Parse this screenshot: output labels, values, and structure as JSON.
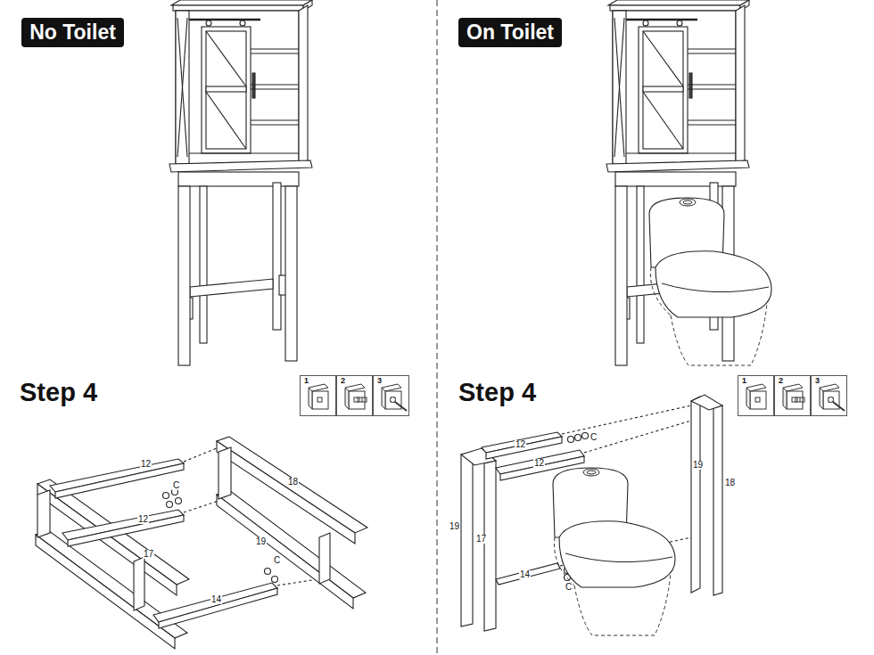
{
  "diagram": {
    "nodes": [
      {
        "text": [
          "No Toilet"
        ]
      },
      {
        "text": [
          "On Toilet"
        ]
      },
      {
        "text": [
          "1"
        ]
      },
      {
        "text": [
          "2"
        ]
      },
      {
        "text": [
          "3"
        ]
      },
      {
        "text": [
          "1"
        ]
      },
      {
        "text": [
          "2"
        ]
      },
      {
        "text": [
          "3"
        ]
      }
    ],
    "labels": [
      "Step 4",
      "Step 4",
      "12",
      "C",
      "12",
      "18",
      "17",
      "19",
      "C",
      "14",
      "12",
      "C",
      "12",
      "19",
      "18",
      "19",
      "17",
      "14",
      "C"
    ]
  }
}
